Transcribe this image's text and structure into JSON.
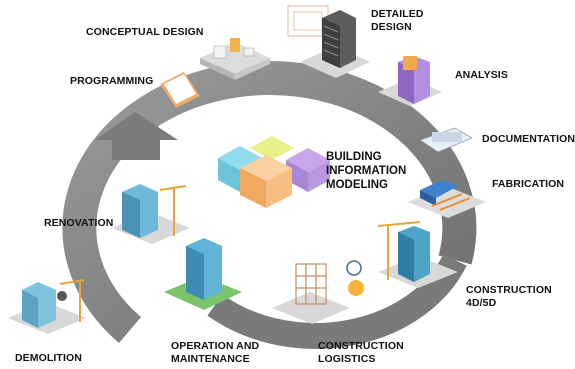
{
  "center": {
    "title": "BUILDING\nINFORMATION\nMODELING"
  },
  "stages": {
    "conceptual_design": "CONCEPTUAL DESIGN",
    "detailed_design": "DETAILED\nDESIGN",
    "analysis": "ANALYSIS",
    "documentation": "DOCUMENTATION",
    "fabrication": "FABRICATION",
    "construction_4d5d": "CONSTRUCTION\n4D/5D",
    "construction_logistics": "CONSTRUCTION\nLOGISTICS",
    "operation_maintenance": "OPERATION AND\nMAINTENANCE",
    "renovation": "RENOVATION",
    "demolition": "DEMOLITION",
    "programming": "PROGRAMMING"
  },
  "colors": {
    "ring": "#8c8c8c",
    "ring_dark": "#6f6f6f",
    "building_blue": "#4fa3c7",
    "tile": "#d9d9d9",
    "accent_purple": "#9b7fc9",
    "accent_orange": "#f2a34a",
    "accent_green": "#7cc36b"
  }
}
